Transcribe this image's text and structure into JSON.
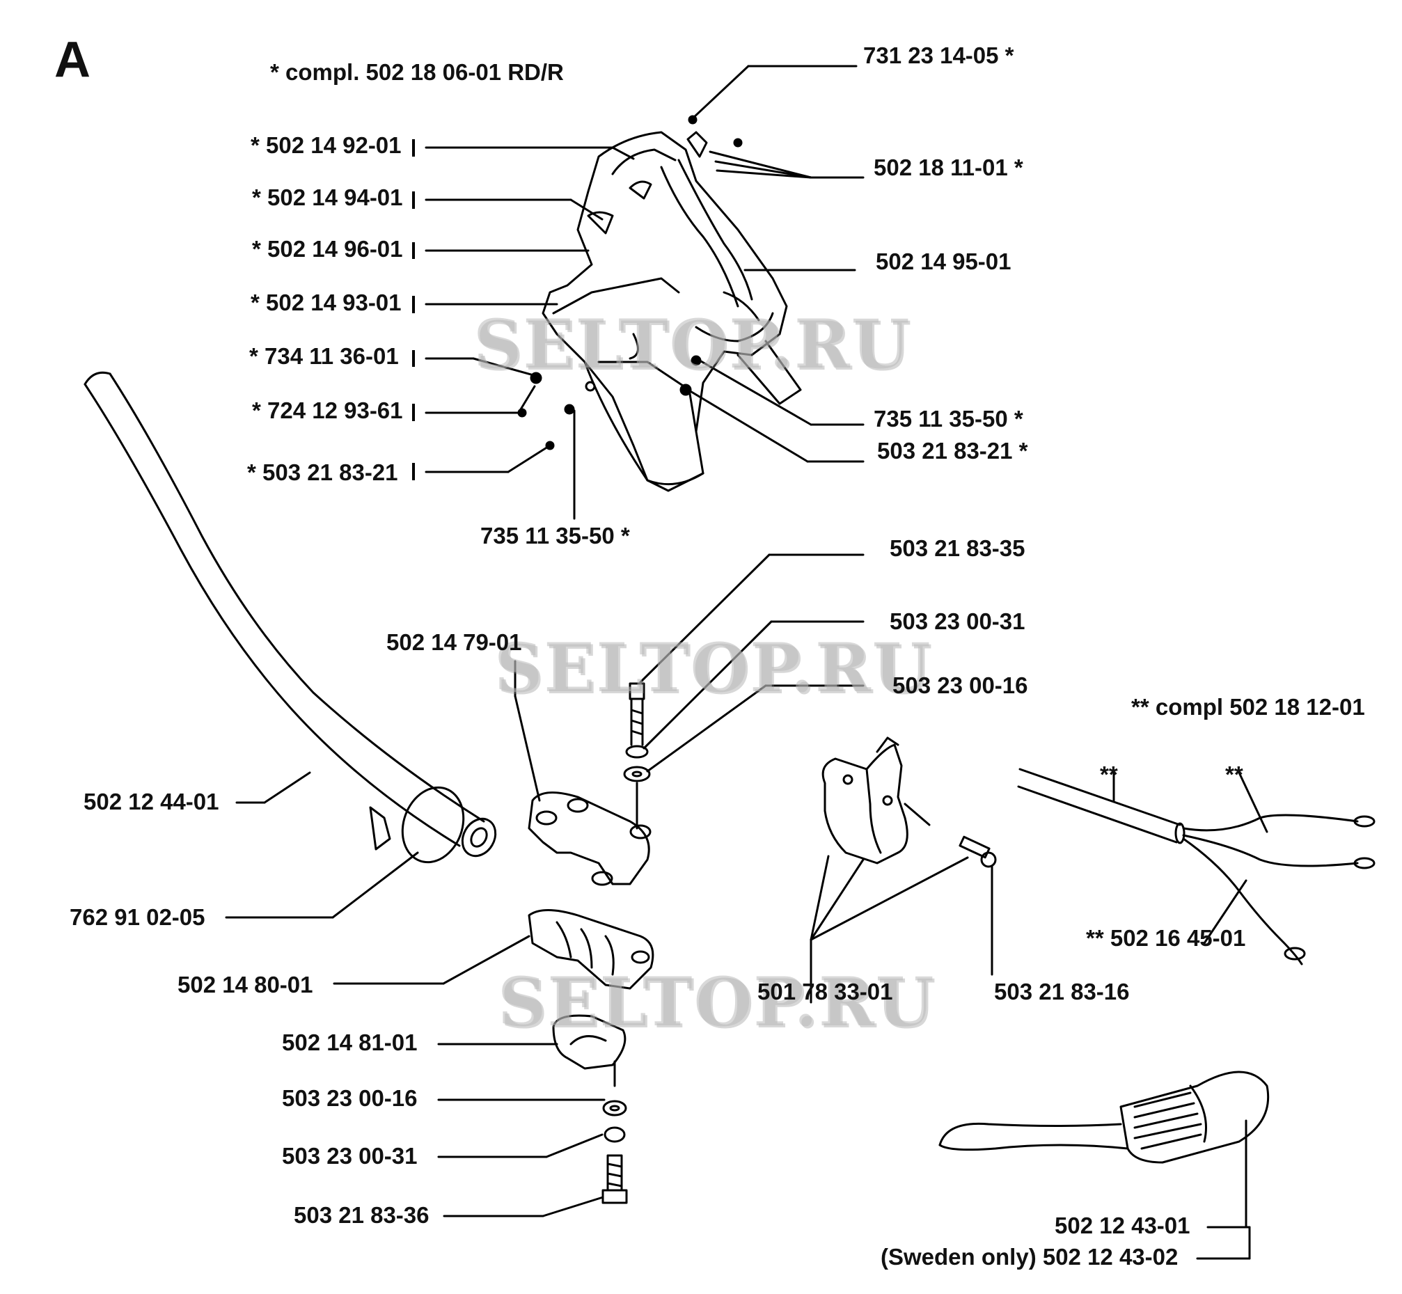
{
  "section_letter": "A",
  "notes": {
    "compl_top": "*  compl. 502 18 06-01 RD/R",
    "compl_wire": "**  compl 502 18 12-01"
  },
  "watermark": "SELTOP.RU",
  "stars": {
    "double": "**"
  },
  "parts": {
    "p731_23_14_05": "731 23 14-05  *",
    "p502_14_92_01": "*  502 14 92-01",
    "p502_18_11_01": "502 18 11-01  *",
    "p502_14_94_01": "*  502 14 94-01",
    "p502_14_96_01": "*  502 14 96-01",
    "p502_14_95_01": "502 14 95-01",
    "p502_14_93_01": "*  502 14 93-01",
    "p734_11_36_01": "*  734 11 36-01",
    "p724_12_93_61": "*  724 12 93-61",
    "p735_11_35_50_r": "735 11 35-50  *",
    "p503_21_83_21_r": "503 21 83-21  *",
    "p503_21_83_21_l": "*  503 21 83-21",
    "p735_11_35_50_b": "735 11 35-50  *",
    "p503_21_83_35": "503 21 83-35",
    "p503_23_00_31_t": "503 23 00-31",
    "p502_14_79_01": "502 14 79-01",
    "p503_23_00_16_t": "503 23 00-16",
    "p502_12_44_01": "502 12 44-01",
    "p762_91_02_05": "762 91 02-05",
    "p502_14_80_01": "502 14 80-01",
    "p502_14_81_01": "502 14 81-01",
    "p503_23_00_16_b": "503 23 00-16",
    "p503_23_00_31_b": "503 23 00-31",
    "p503_21_83_36": "503 21 83-36",
    "p501_78_33_01": "501 78 33-01",
    "p503_21_83_16": "503 21 83-16",
    "p502_16_45_01": "**  502 16 45-01",
    "p502_12_43_01": "502 12 43-01",
    "p502_12_43_02": "(Sweden only) 502 12 43-02"
  }
}
